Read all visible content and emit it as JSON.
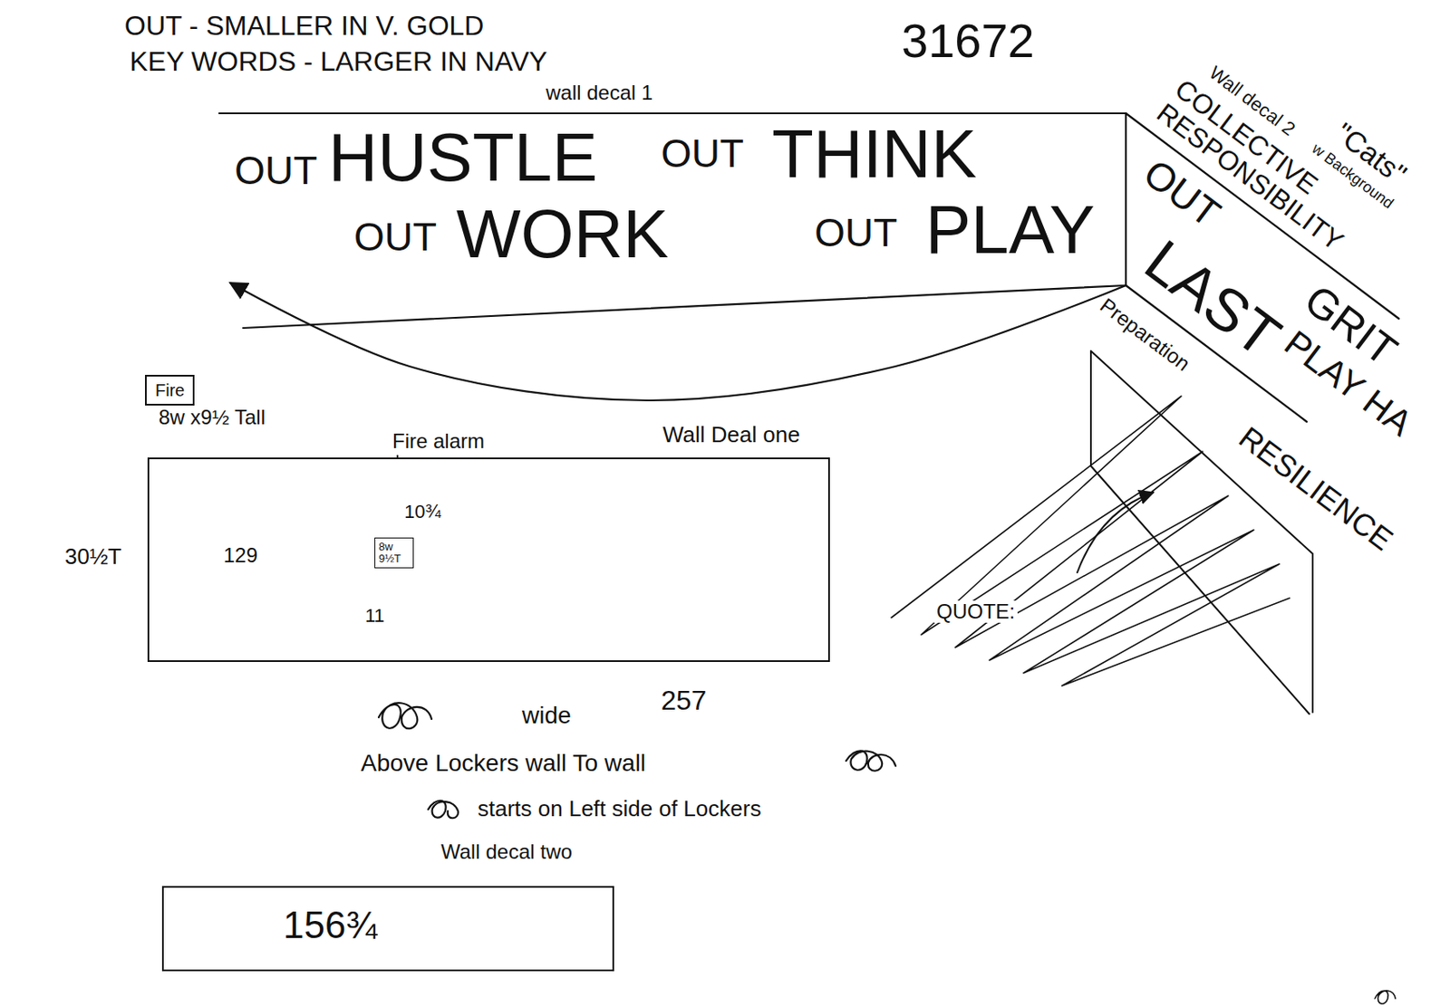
{
  "diagram": {
    "nodes": [
      {
        "text": [
          "wall decal 1",
          "OUT",
          "HUSTLE",
          "OUT",
          "THINK",
          "OUT",
          "WORK",
          "OUT",
          "PLAY"
        ]
      },
      {
        "text": [
          "OUT",
          "LAST"
        ]
      },
      {
        "text": [
          "Fire",
          "8w x9½ Tall"
        ]
      },
      {
        "text": [
          "Wall Deal one"
        ]
      },
      {
        "text": [
          "8w 9½T"
        ],
        "in": 3
      },
      {
        "text": [
          "Wall decal two",
          "156¾"
        ]
      }
    ],
    "edges": [
      {
        "from": 1,
        "to": 0,
        "arrow": "to"
      }
    ],
    "labels": [
      "OUT - SMALLER IN V. GOLD",
      "KEY WORDS - LARGER IN NAVY",
      "31672",
      "Wall decal 2",
      "\"Cats\"",
      "w Background",
      "COLLECTIVE RESPONSIBILITY",
      "GRIT",
      "PLAY HA",
      "RESILIENCE",
      "Preparation",
      "QUOTE:",
      "Fire alarm",
      "10¾",
      "11",
      "129",
      "30½T",
      "wide",
      "257",
      "Above Lockers wall To wall",
      "starts on Left side of Lockers"
    ]
  }
}
